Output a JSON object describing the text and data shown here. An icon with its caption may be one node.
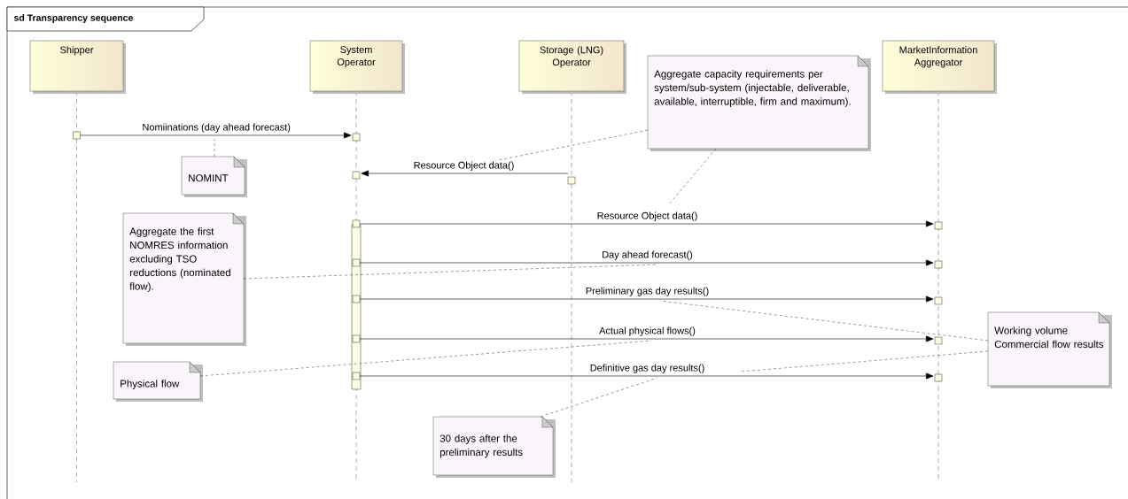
{
  "diagram": {
    "title": "sd Transparency sequence",
    "nodes": [
      {
        "text": [
          "Shipper"
        ]
      },
      {
        "text": [
          "System Operator"
        ]
      },
      {
        "text": [
          "Storage (LNG) Operator"
        ]
      },
      {
        "text": [
          "MarketInformation Aggregator"
        ]
      },
      {
        "text": [
          "NOMINT"
        ]
      },
      {
        "text": [
          "Aggregate capacity requirements per system/sub-system (injectable, deliverable, available, interruptible, firm and maximum)."
        ]
      },
      {
        "text": [
          "Aggregate the first NOMRES information excluding TSO reductions (nominated flow)."
        ]
      },
      {
        "text": [
          "Physical flow"
        ]
      },
      {
        "text": [
          "Working volume Commercial flow results"
        ]
      },
      {
        "text": [
          "30 days after the preliminary results"
        ]
      }
    ],
    "edges": [
      {
        "from": 0,
        "to": 1,
        "arrow": "to",
        "label": "Nomiinations (day ahead forecast)"
      },
      {
        "from": 2,
        "to": 1,
        "arrow": "to",
        "label": "Resource Object data()"
      },
      {
        "from": 1,
        "to": 3,
        "arrow": "to",
        "label": "Resource Object data()"
      },
      {
        "from": 1,
        "to": 3,
        "arrow": "to",
        "label": "Day ahead forecast()"
      },
      {
        "from": 1,
        "to": 3,
        "arrow": "to",
        "label": "Preliminary gas day results()"
      },
      {
        "from": 1,
        "to": 3,
        "arrow": "to",
        "label": "Actual physical flows()"
      },
      {
        "from": 1,
        "to": 3,
        "arrow": "to",
        "label": "Definitive gas day results()"
      },
      {
        "from": 4,
        "to": null,
        "arrow": "none",
        "style": "dashed"
      },
      {
        "from": 5,
        "to": null,
        "arrow": "none",
        "style": "dashed"
      },
      {
        "from": 5,
        "to": null,
        "arrow": "none",
        "style": "dashed"
      },
      {
        "from": 6,
        "to": null,
        "arrow": "none",
        "style": "dashed"
      },
      {
        "from": 7,
        "to": null,
        "arrow": "none",
        "style": "dashed"
      },
      {
        "from": 8,
        "to": null,
        "arrow": "none",
        "style": "dashed"
      },
      {
        "from": 8,
        "to": null,
        "arrow": "none",
        "style": "dashed"
      },
      {
        "from": 9,
        "to": null,
        "arrow": "none",
        "style": "dashed"
      }
    ]
  }
}
